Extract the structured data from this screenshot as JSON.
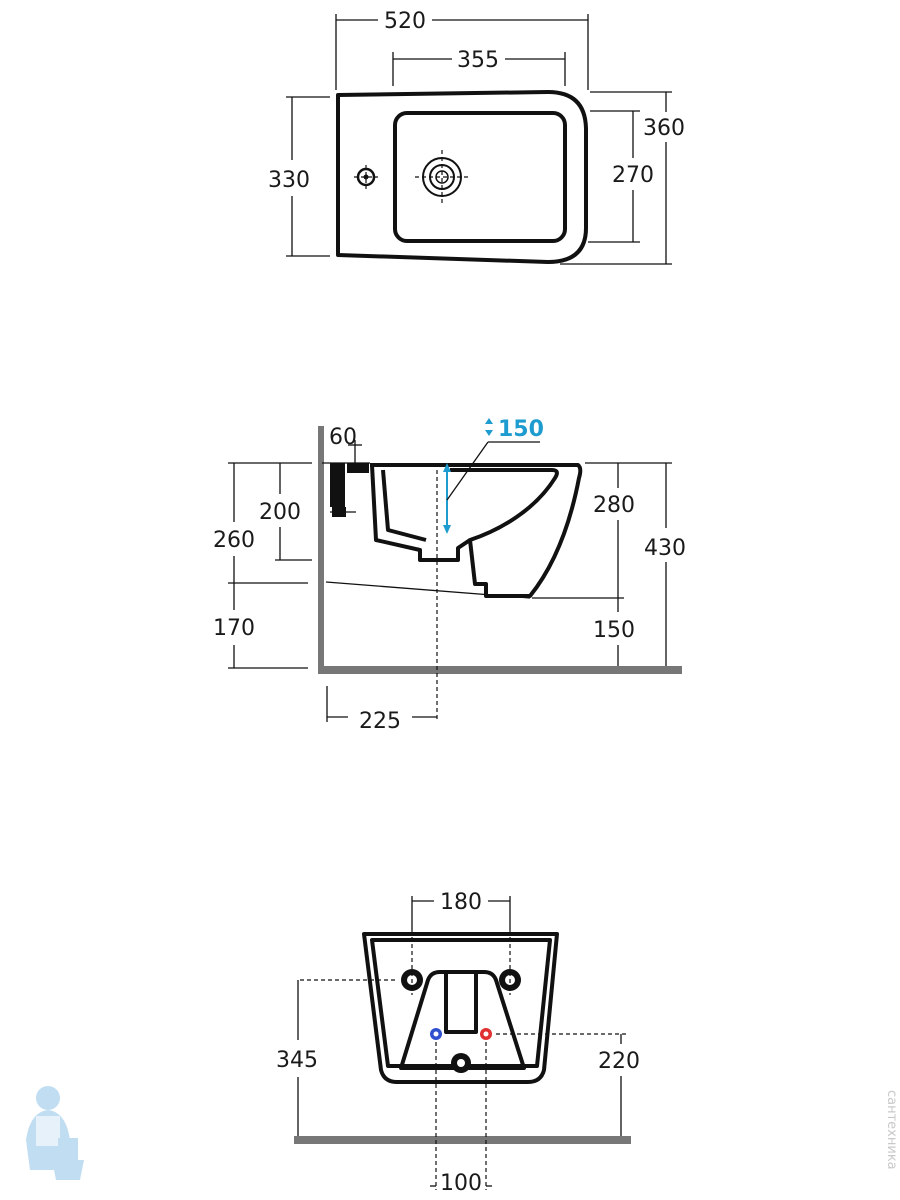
{
  "top_view": {
    "overall_length": "520",
    "bowl_length": "355",
    "depth": "330",
    "overall_width": "360",
    "bowl_width": "270"
  },
  "side_view": {
    "rim_offset": "60",
    "spout_range": "150",
    "inlet_height": "200",
    "rim_to_outlet": "260",
    "bowl_height": "280",
    "total_height": "430",
    "floor_to_base": "170",
    "base_height": "150",
    "wall_to_drain": "225"
  },
  "back_view": {
    "bolt_spacing": "180",
    "bolt_height": "345",
    "supply_height": "220",
    "supply_spacing": "100"
  },
  "colors": {
    "line": "#111111",
    "floor": "#777777",
    "accent_blue": "#1e9ccf",
    "hot": "#e03030",
    "cold": "#3050d0"
  },
  "watermark": {
    "vertical_text": "сантехника"
  }
}
